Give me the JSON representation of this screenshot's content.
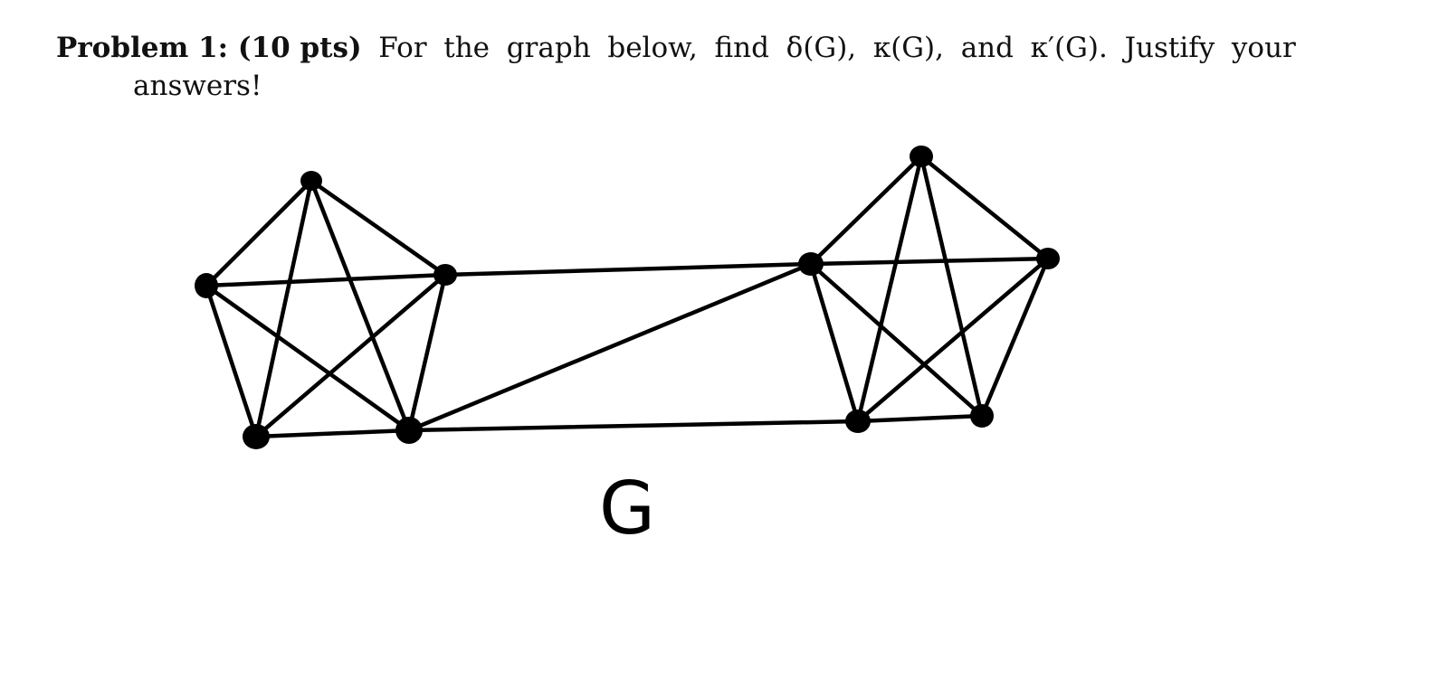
{
  "problem": {
    "heading": "Problem 1: (10 pts)",
    "words": [
      "For",
      "the",
      "graph",
      "below,",
      "find",
      "δ(G),",
      "κ(G),",
      "and",
      "κ′(G).",
      "Justify",
      "your"
    ],
    "continuation": "answers!"
  },
  "graph": {
    "label": "G",
    "vertices": [
      {
        "id": "a1"
      },
      {
        "id": "a2"
      },
      {
        "id": "a3"
      },
      {
        "id": "a4"
      },
      {
        "id": "a5"
      },
      {
        "id": "b1"
      },
      {
        "id": "b2"
      },
      {
        "id": "b3"
      },
      {
        "id": "b4"
      },
      {
        "id": "b5"
      }
    ],
    "edges": [
      [
        "a1",
        "a2"
      ],
      [
        "a1",
        "a3"
      ],
      [
        "a1",
        "a4"
      ],
      [
        "a1",
        "a5"
      ],
      [
        "a2",
        "a3"
      ],
      [
        "a2",
        "a4"
      ],
      [
        "a2",
        "a5"
      ],
      [
        "a3",
        "a4"
      ],
      [
        "a3",
        "a5"
      ],
      [
        "a4",
        "a5"
      ],
      [
        "b1",
        "b2"
      ],
      [
        "b1",
        "b3"
      ],
      [
        "b1",
        "b4"
      ],
      [
        "b1",
        "b5"
      ],
      [
        "b2",
        "b3"
      ],
      [
        "b2",
        "b4"
      ],
      [
        "b2",
        "b5"
      ],
      [
        "b3",
        "b4"
      ],
      [
        "b3",
        "b5"
      ],
      [
        "b4",
        "b5"
      ],
      [
        "a3",
        "b2"
      ],
      [
        "a5",
        "b2"
      ],
      [
        "a5",
        "b4"
      ]
    ]
  }
}
